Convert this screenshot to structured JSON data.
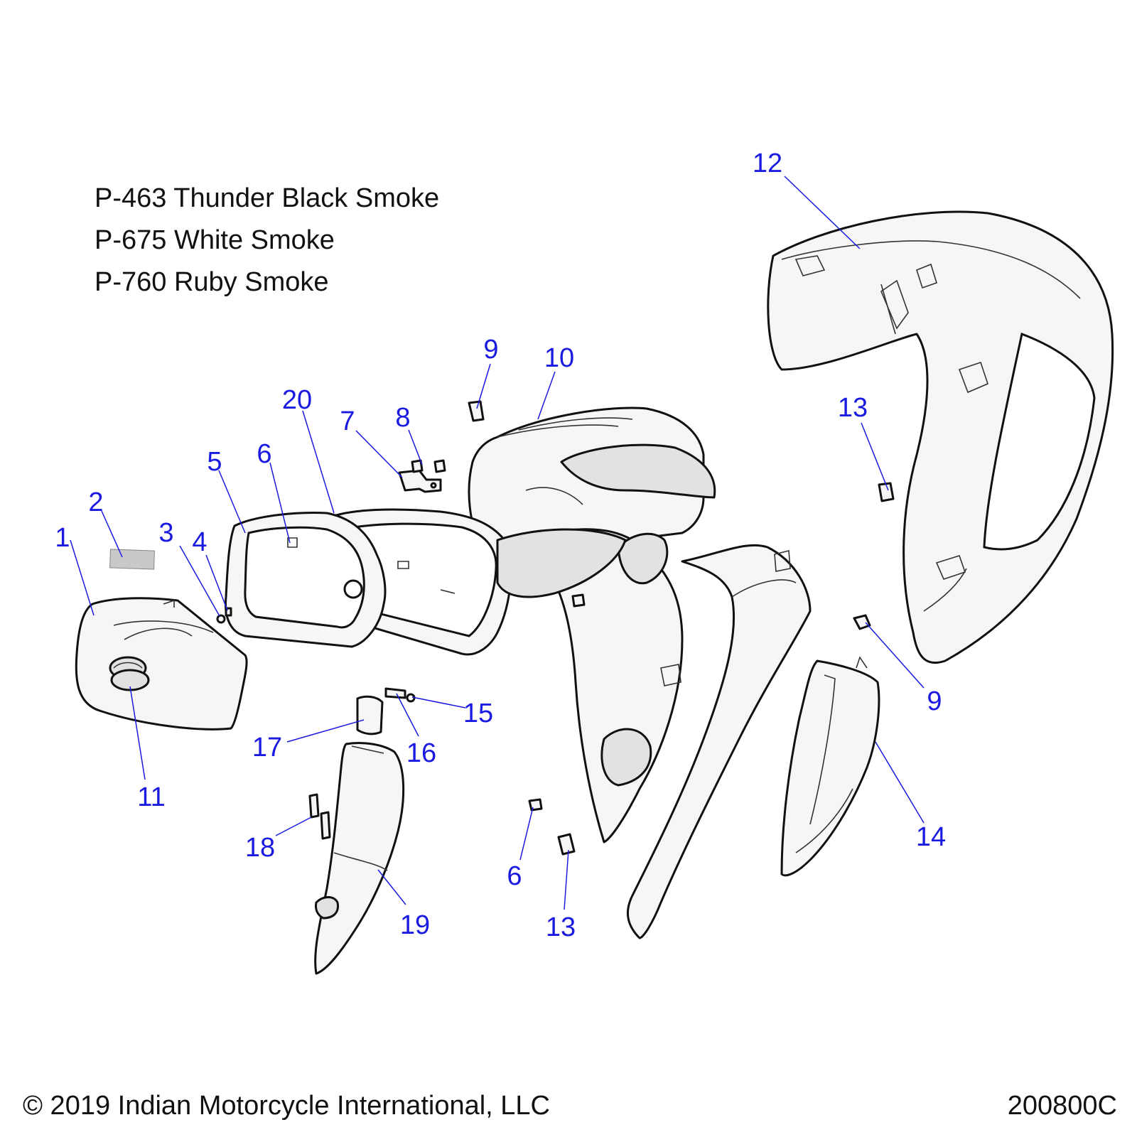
{
  "paint_codes": [
    "P-463 Thunder Black Smoke",
    "P-675 White Smoke",
    "P-760 Ruby Smoke"
  ],
  "callouts": [
    "1",
    "2",
    "3",
    "4",
    "5",
    "6",
    "20",
    "7",
    "8",
    "9",
    "10",
    "12",
    "13",
    "9",
    "14",
    "15",
    "16",
    "17",
    "11",
    "18",
    "19",
    "6",
    "13"
  ],
  "footer": {
    "copyright": "© 2019 Indian Motorcycle International, LLC",
    "diagram_id": "200800C"
  },
  "colors": {
    "callout": "#1a1ae0",
    "line_art": "#111111",
    "text": "#111111"
  }
}
